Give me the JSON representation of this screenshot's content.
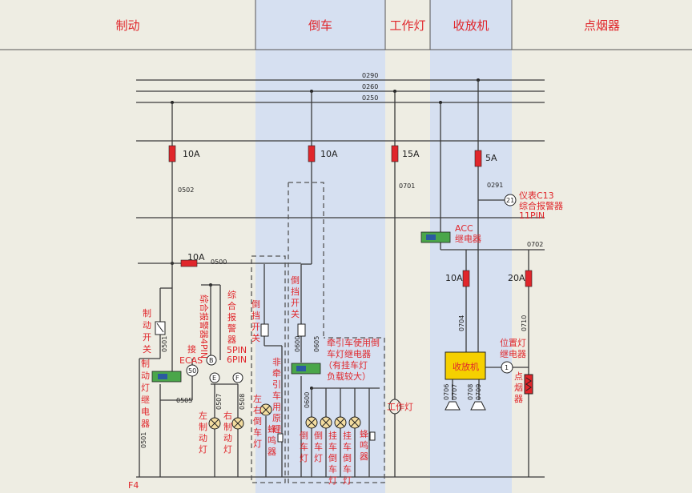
{
  "headers": {
    "brake": "制动",
    "reverse": "倒车",
    "worklight": "工作灯",
    "radio": "收放机",
    "lighter": "点烟器"
  },
  "wires": {
    "w0290": "0290",
    "w0260": "0260",
    "w0250": "0250",
    "w0502": "0502",
    "w0701": "0701",
    "w0291": "0291",
    "w0500": "0500",
    "w0702": "0702",
    "w0704": "0704",
    "w0710": "0710",
    "w0501a": "0501",
    "w0501b": "0501",
    "w0505": "0505",
    "w0507": "0507",
    "w0508": "0508",
    "w0600a": "0600",
    "w0605": "0605",
    "w0600b": "0600",
    "w0706": "0706",
    "w0707": "0707",
    "w0708": "0708",
    "w0709": "0709"
  },
  "fuses": {
    "f_brake": "10A",
    "f_reverse": "10A",
    "f_work": "15A",
    "f_radio": "5A",
    "f_0500": "10A",
    "f_acc_left": "10A",
    "f_acc_right": "20A"
  },
  "labels": {
    "num21": "21",
    "dash_c13": "仪表C13",
    "alarm_a": "综合报警器",
    "pin11": "11PIN",
    "acc_a": "ACC",
    "acc_b": "继电器",
    "brake_switch": "制动开关",
    "brake_relay": "制动灯继电器",
    "ecas_join": "接ECAS",
    "num50": "50",
    "alarm_4pin_a": "综合报警器",
    "alarm_4pin_b": "4PIN",
    "alarm_56_a": "综合报警器",
    "alarm_56_b": "5PIN",
    "alarm_56_c": "6PIN",
    "B": "B",
    "E": "E",
    "F": "F",
    "left_brake_lamp": "左制动灯",
    "right_brake_lamp": "右制动灯",
    "reverse_switch_a": "倒挡开关",
    "reverse_switch_b": "倒挡开关",
    "non_tractor": "非牵引车用原理",
    "lr_reverse_lamp": "左右倒车灯",
    "buzzer_a": "蜂鸣器",
    "tractor_a": "牵引车使用倒",
    "tractor_b": "车灯继电器",
    "tractor_c": "（有挂车灯",
    "tractor_d": "负载较大）",
    "rev_lamp_a": "倒车灯",
    "rev_lamp_b": "倒车灯",
    "trailer_rev_a": "挂车倒车灯",
    "trailer_rev_b": "挂车倒车灯",
    "buzzer_b": "蜂鸣器",
    "worklight_lamp": "工作灯",
    "radio_box": "收放机",
    "num1": "1",
    "pos_relay_a": "位置灯",
    "pos_relay_b": "继电器",
    "lighter_lbl": "点烟器",
    "f4": "F4"
  },
  "colors": {
    "accent_red": "#e0262b",
    "band_blue": "#d6e0f1",
    "relay_green": "#4aa64a",
    "radio_yellow": "#f5d000"
  }
}
